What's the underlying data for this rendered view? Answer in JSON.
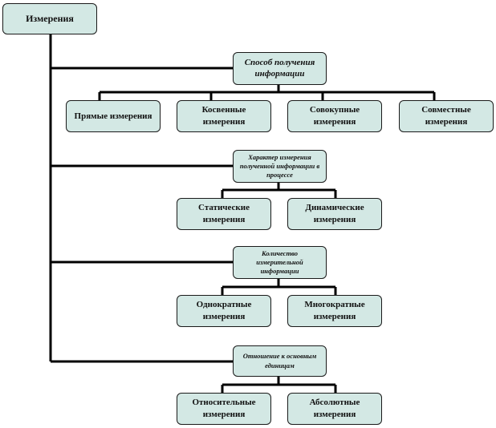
{
  "diagram": {
    "root": "Измерения",
    "groups": [
      {
        "title": "Способ получения информации",
        "items": [
          "Прямые измерения",
          "Косвенные измерения",
          "Совокупные измерения",
          "Совместные измерения"
        ]
      },
      {
        "title": "Характер измерения полученной информации в процессе",
        "items": [
          "Статические измерения",
          "Динамические измерения"
        ]
      },
      {
        "title": "Количество измерительной информации",
        "items": [
          "Однократные измерения",
          "Многократные измерения"
        ]
      },
      {
        "title": "Отношение к основным единицам",
        "items": [
          "Относительные измерения",
          "Абсолютные измерения"
        ]
      }
    ]
  },
  "colors": {
    "box_fill": "#d3e8e4",
    "line": "#000000"
  }
}
